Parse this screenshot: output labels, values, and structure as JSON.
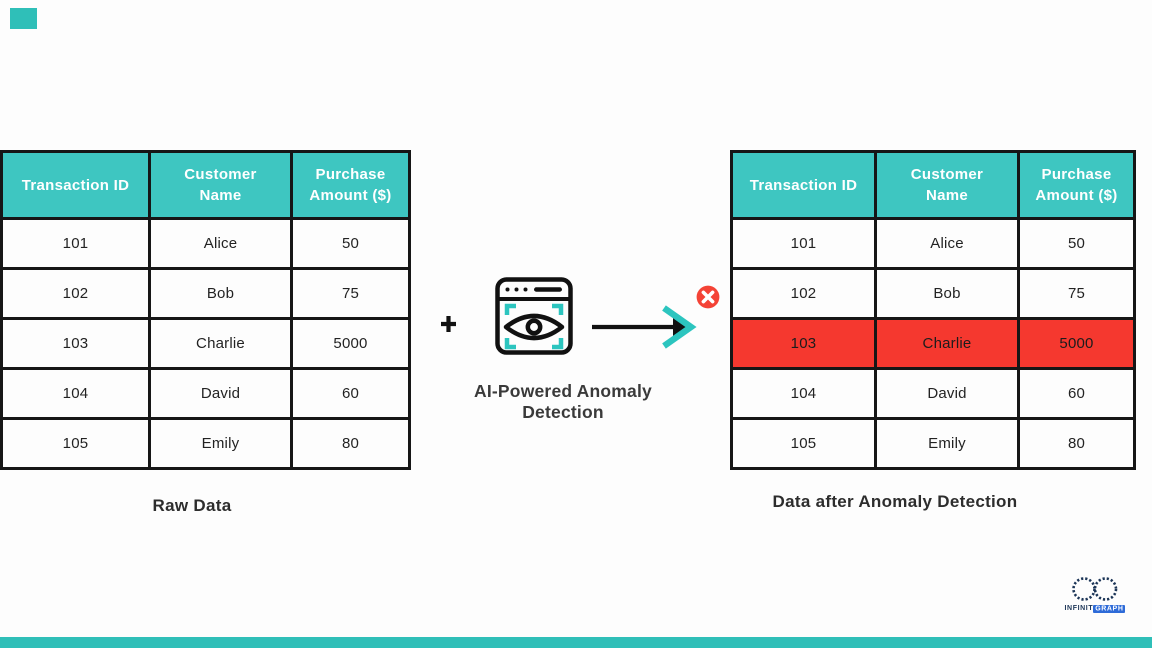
{
  "page": {
    "accent_teal": "#3ec6c1",
    "deco_teal": "#2fbfb8",
    "anomaly_red": "#f5382f",
    "badge_red": "#f44336",
    "ink": "#161616"
  },
  "left_table": {
    "caption": "Raw Data",
    "headers": [
      "Transaction ID",
      "Customer\nName",
      "Purchase\nAmount ($)"
    ],
    "rows": [
      [
        "101",
        "Alice",
        "50"
      ],
      [
        "102",
        "Bob",
        "75"
      ],
      [
        "103",
        "Charlie",
        "5000"
      ],
      [
        "104",
        "David",
        "60"
      ],
      [
        "105",
        "Emily",
        "80"
      ]
    ]
  },
  "right_table": {
    "caption": "Data after Anomaly Detection",
    "headers": [
      "Transaction ID",
      "Customer\nName",
      "Purchase\nAmount ($)"
    ],
    "rows": [
      [
        "101",
        "Alice",
        "50"
      ],
      [
        "102",
        "Bob",
        "75"
      ],
      [
        "103",
        "Charlie",
        "5000"
      ],
      [
        "104",
        "David",
        "60"
      ],
      [
        "105",
        "Emily",
        "80"
      ]
    ],
    "anomaly_row_index": 2
  },
  "middle": {
    "plus_label": "+",
    "process_label": "AI-Powered Anomaly Detection",
    "detector_icon": "browser-eye-scan-icon",
    "arrow_icon": "arrow-right-icon",
    "alert_icon": "red-x-badge-icon"
  },
  "logo": {
    "text_primary": "INFINIT",
    "text_secondary": "GRAPH"
  }
}
